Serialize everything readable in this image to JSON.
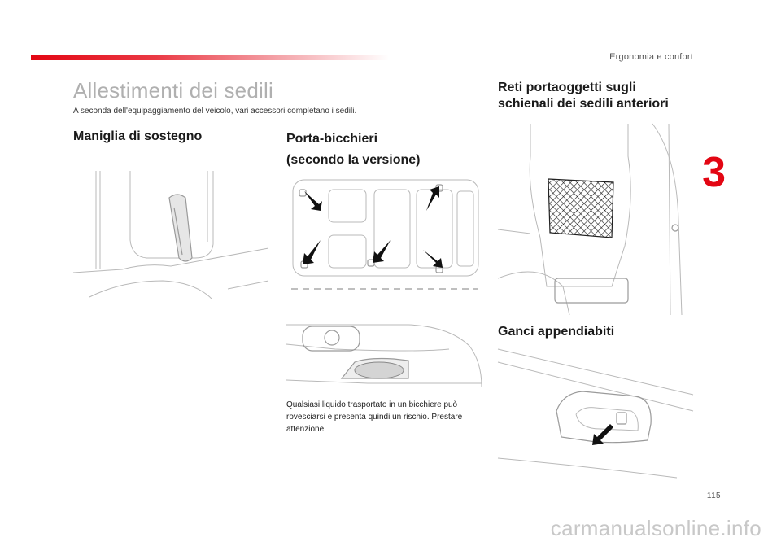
{
  "header": {
    "section_label": "Ergonomia e confort"
  },
  "title": "Allestimenti dei sedili",
  "subtitle": "A seconda dell'equipaggiamento del veicolo, vari accessori completano i sedili.",
  "sections": {
    "maniglia": {
      "heading": "Maniglia di sostegno"
    },
    "porta_bicchieri": {
      "heading_line1": "Porta-bicchieri",
      "heading_line2": "(secondo la versione)",
      "note": "Qualsiasi liquido trasportato in un bicchiere può rovesciarsi e presenta quindi un rischio. Prestare attenzione."
    },
    "reti": {
      "heading_line1": "Reti portaoggetti sugli",
      "heading_line2": "schienali dei sedili anteriori"
    },
    "ganci": {
      "heading": "Ganci appendiabiti"
    }
  },
  "chapter_number": "3",
  "page_number": "115",
  "watermark": "carmanualsonline.info",
  "colors": {
    "accent": "#e30613",
    "title_gray": "#b0b0b0",
    "line_gray": "#b9b9b9"
  }
}
